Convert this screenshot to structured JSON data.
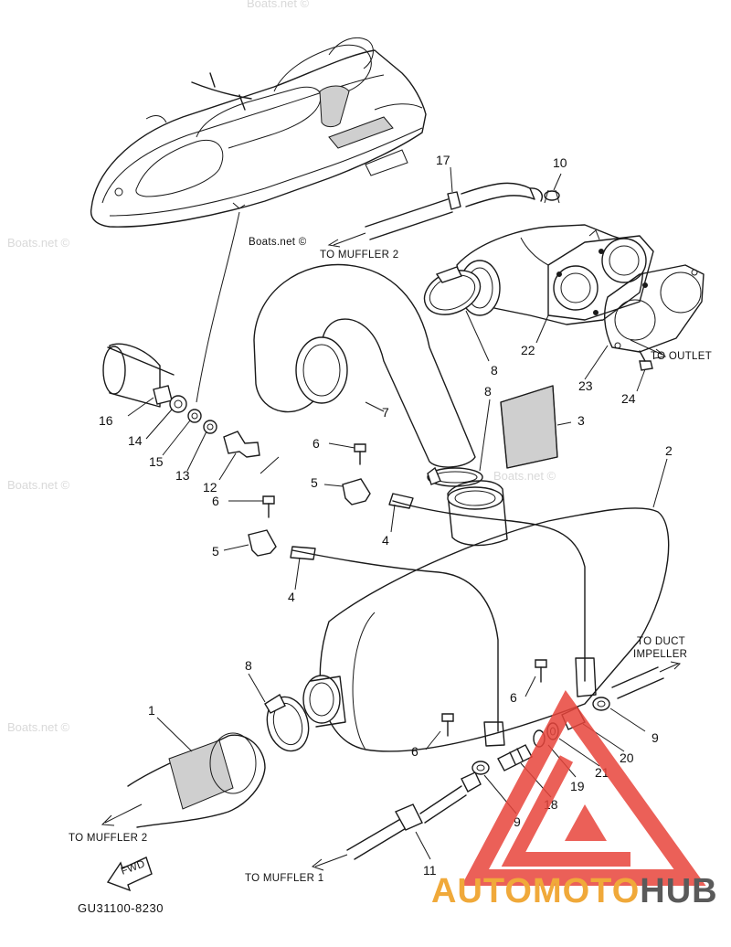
{
  "watermark_text": "Boats.net ©",
  "boats_label": "Boats.net ©",
  "callouts": {
    "c1": "1",
    "c2": "2",
    "c3": "3",
    "c4a": "4",
    "c4b": "4",
    "c5a": "5",
    "c5b": "5",
    "c6a": "6",
    "c6b": "6",
    "c6c": "6",
    "c6d": "6",
    "c7": "7",
    "c8a": "8",
    "c8b": "8",
    "c8c": "8",
    "c9a": "9",
    "c9b": "9",
    "c10": "10",
    "c11": "11",
    "c12": "12",
    "c13": "13",
    "c14": "14",
    "c15": "15",
    "c16": "16",
    "c17": "17",
    "c18": "18",
    "c19": "19",
    "c20": "20",
    "c21": "21",
    "c22": "22",
    "c23": "23",
    "c24": "24"
  },
  "notes": {
    "to_muffler2_top": "TO MUFFLER 2",
    "to_outlet": "TO OUTLET",
    "to_duct_line1": "TO DUCT",
    "to_duct_line2": "IMPELLER",
    "to_muffler2_bottom": "TO MUFFLER 2",
    "to_muffler1": "TO MUFFLER 1",
    "fwd": "FWD"
  },
  "reference_code": "GU31100-8230",
  "brand": {
    "part1": "AUTOMOTO",
    "part2": "HUB",
    "color1": "#f0a93a",
    "color2": "#5a5a5a",
    "logo_color": "#e8453c"
  }
}
